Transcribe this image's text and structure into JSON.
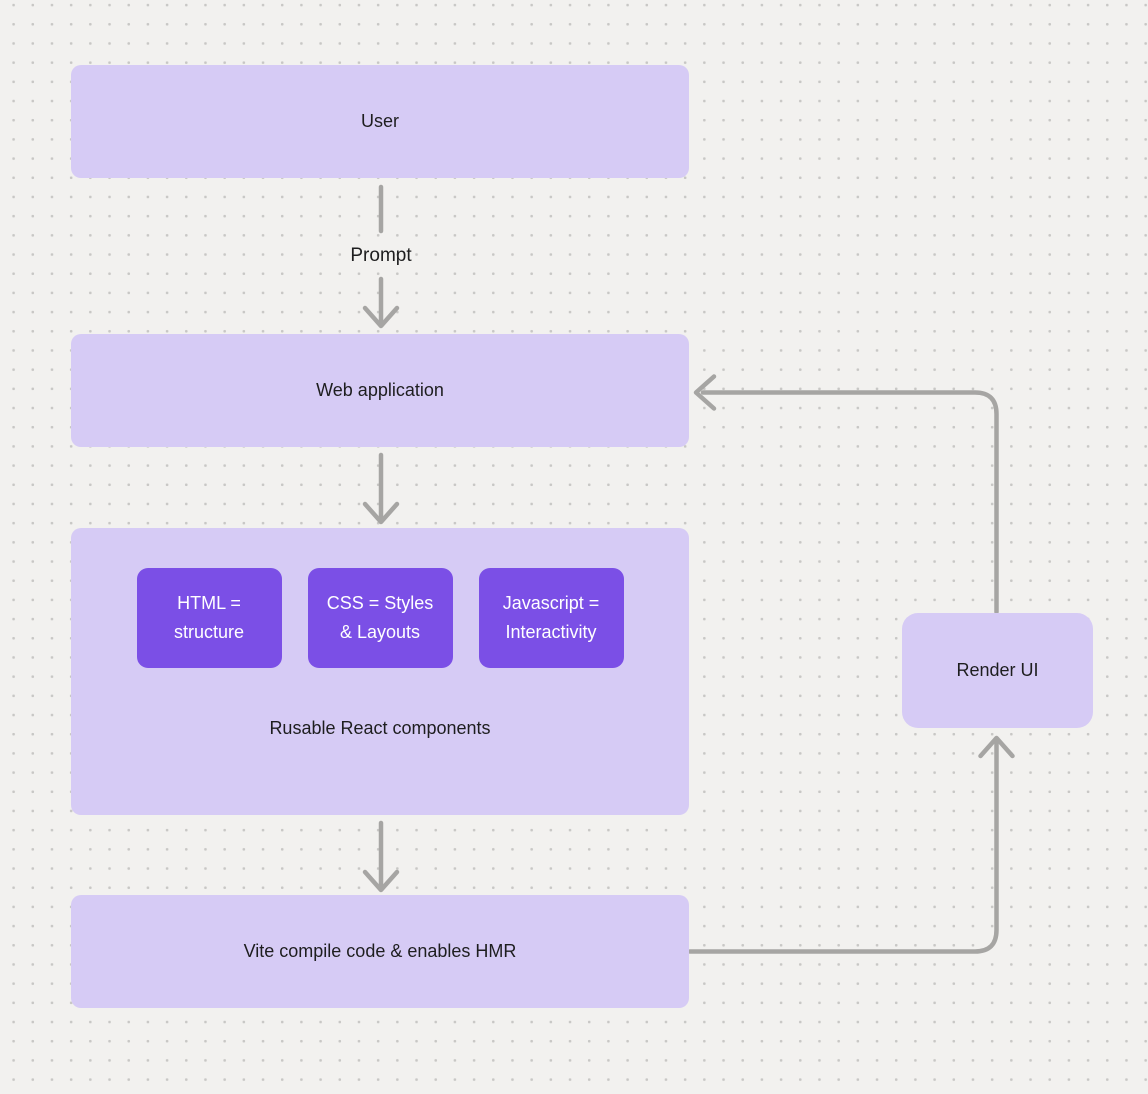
{
  "canvas": {
    "background": "#f2f1ef",
    "dot_grid_color": "#c8c7c5"
  },
  "colors": {
    "node_fill": "#d6cbf5",
    "chip_fill": "#7b4fe6",
    "connector": "#a6a5a3",
    "text_dark": "#1e1e1f",
    "text_light": "#ffffff"
  },
  "nodes": {
    "user": {
      "label": "User"
    },
    "web_application": {
      "label": "Web application"
    },
    "components_group": {
      "caption": "Rusable React components",
      "chips": [
        {
          "label": "HTML = structure"
        },
        {
          "label": "CSS = Styles & Layouts"
        },
        {
          "label": "Javascript = Interactivity"
        }
      ]
    },
    "vite": {
      "label": "Vite compile code & enables HMR"
    },
    "render_ui": {
      "label": "Render UI"
    }
  },
  "edges": {
    "prompt_label": "Prompt"
  }
}
